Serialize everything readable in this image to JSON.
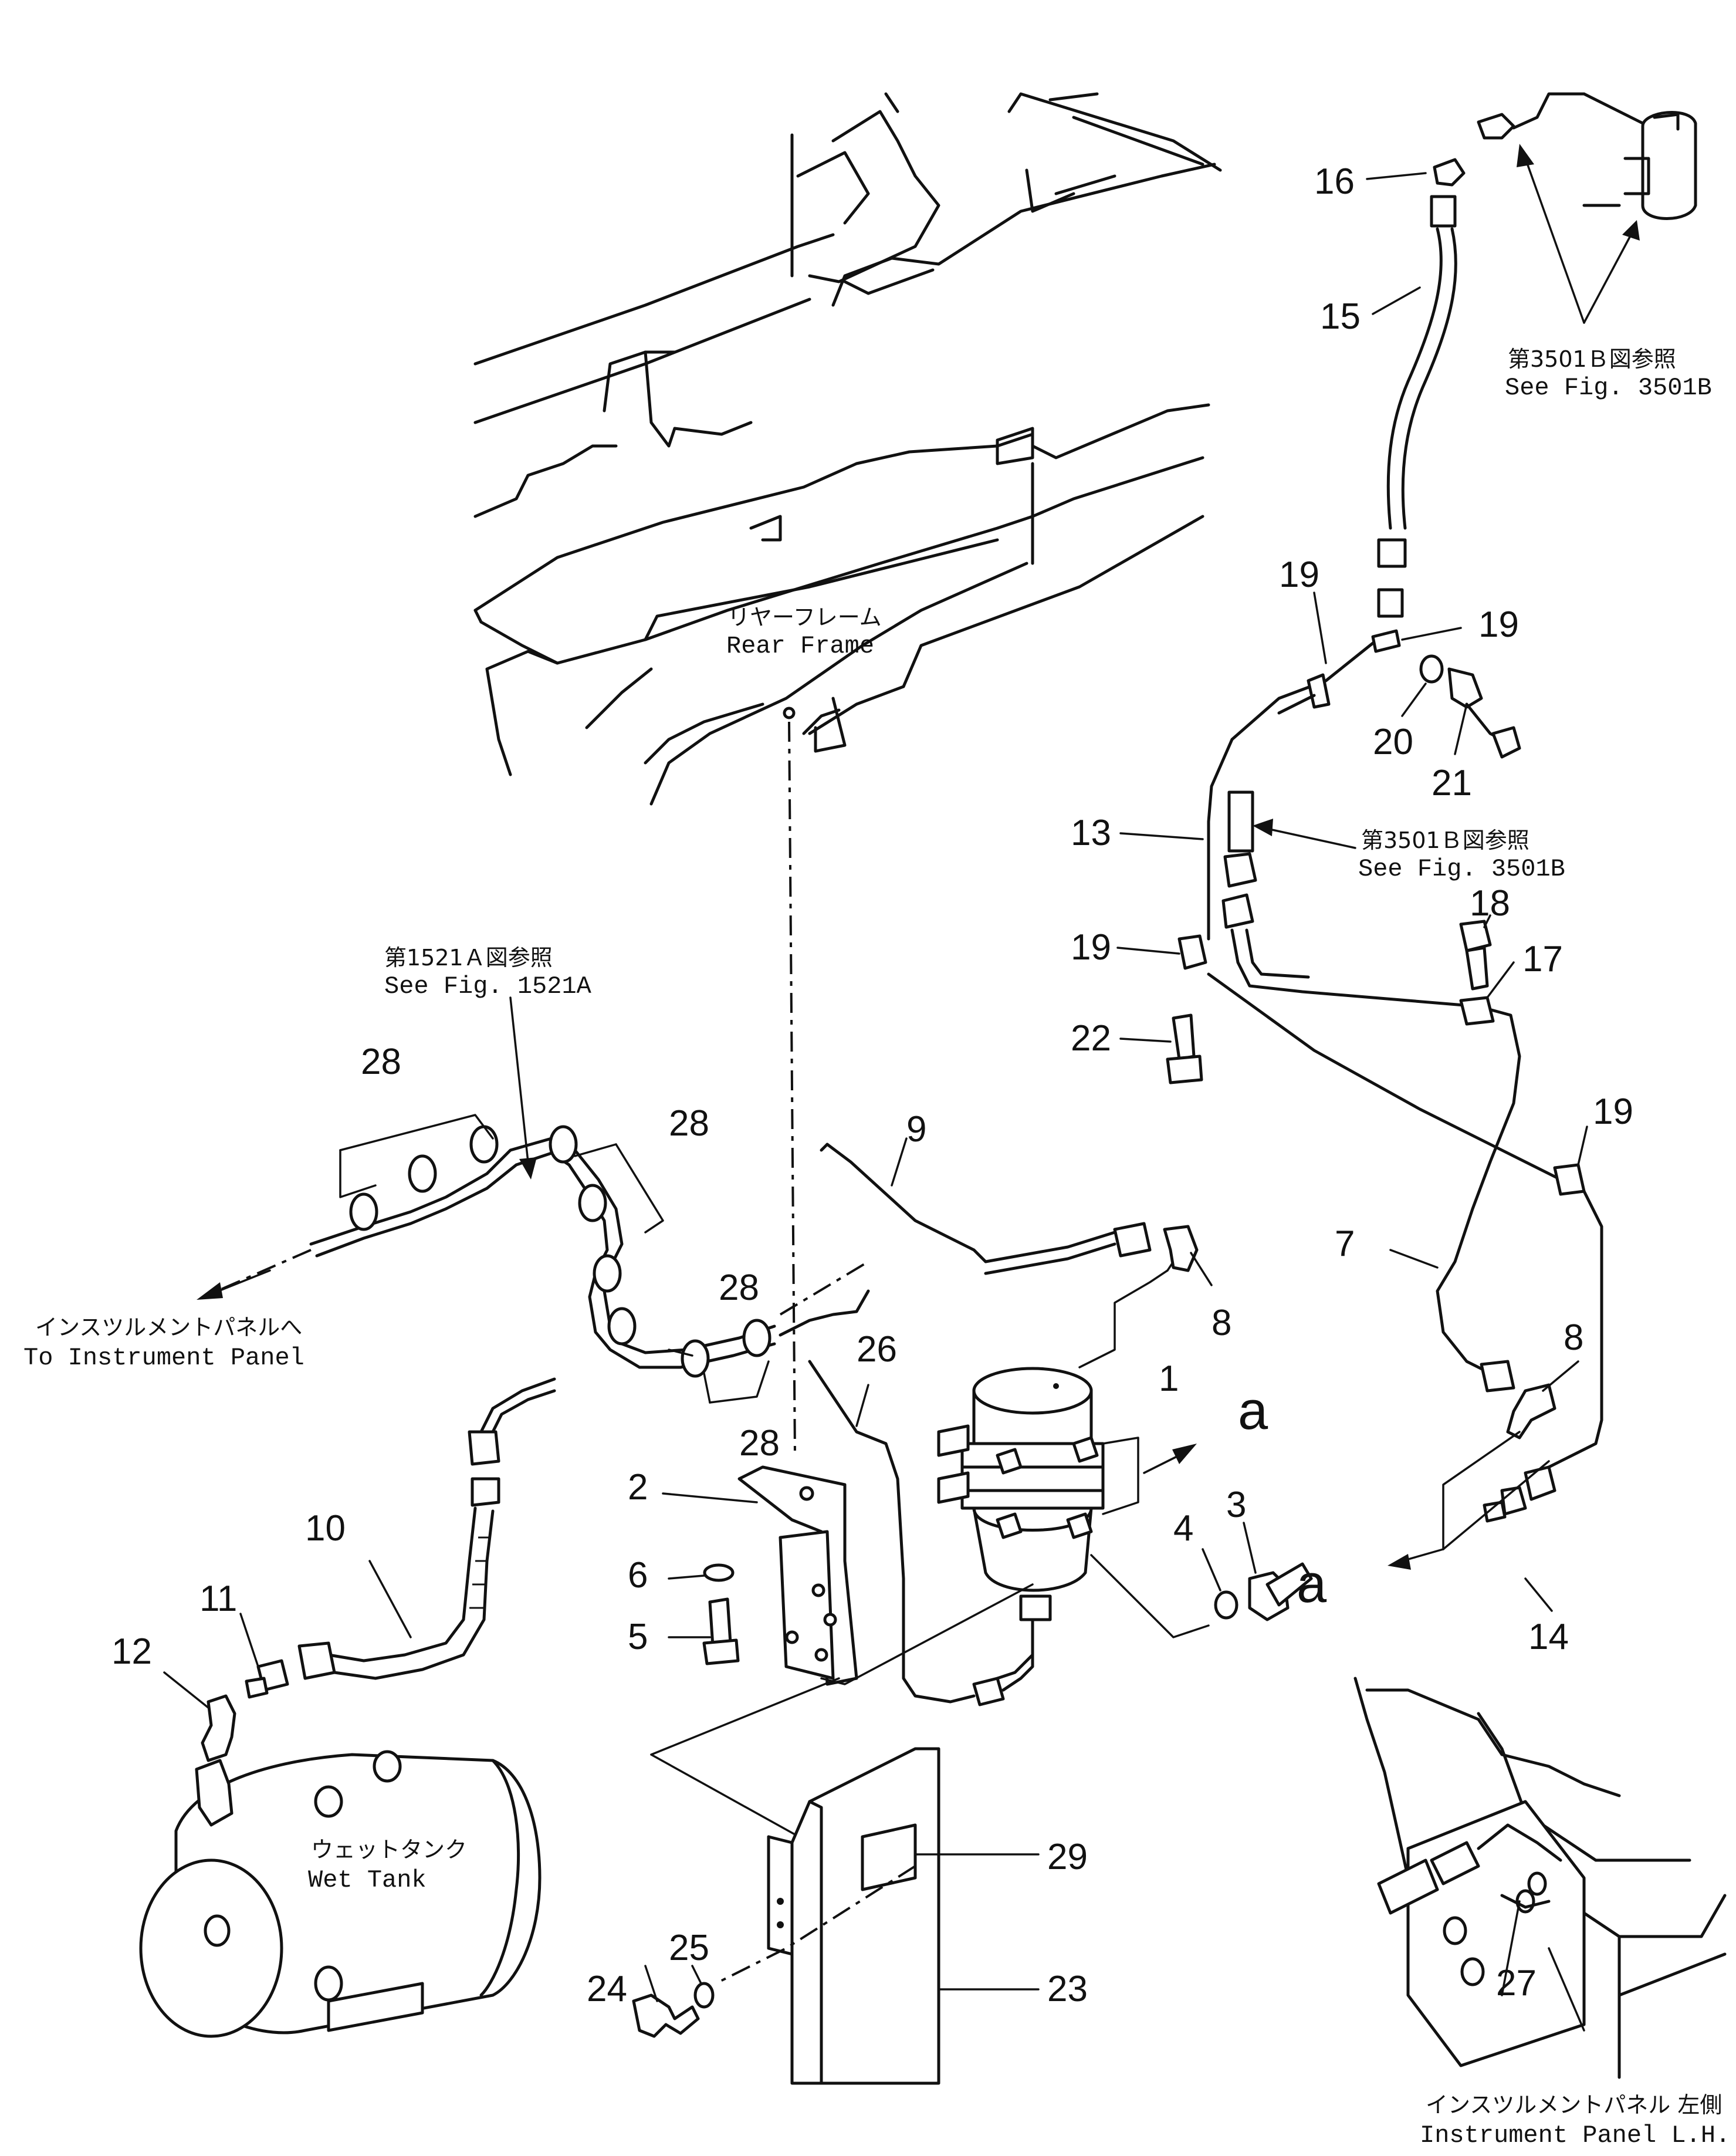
{
  "callouts": {
    "c1": "1",
    "c2": "2",
    "c3": "3",
    "c4": "4",
    "c5": "5",
    "c6": "6",
    "c7": "7",
    "c8a": "8",
    "c8b": "8",
    "c9": "9",
    "c10": "10",
    "c11": "11",
    "c12": "12",
    "c13": "13",
    "c14": "14",
    "c15": "15",
    "c16": "16",
    "c17": "17",
    "c18": "18",
    "c19a": "19",
    "c19b": "19",
    "c19c": "19",
    "c19d": "19",
    "c20": "20",
    "c21": "21",
    "c22": "22",
    "c23": "23",
    "c24": "24",
    "c25": "25",
    "c26": "26",
    "c27": "27",
    "c28a": "28",
    "c28b": "28",
    "c28c": "28",
    "c28d": "28",
    "c29": "29",
    "ca1": "a",
    "ca2": "a"
  },
  "labels": {
    "rear_frame_jp": "リヤーフレーム",
    "rear_frame_en": "Rear Frame",
    "ref_3501b_top_jp": "第3501Ｂ図参照",
    "ref_3501b_top_en": "See Fig. 3501B",
    "ref_3501b_mid_jp": "第3501Ｂ図参照",
    "ref_3501b_mid_en": "See Fig. 3501B",
    "ref_1521a_jp": "第1521Ａ図参照",
    "ref_1521a_en": "See Fig. 1521A",
    "to_panel_jp": "インスツルメントパネルへ",
    "to_panel_en": "To Instrument Panel",
    "wet_tank_jp": "ウェットタンク",
    "wet_tank_en": "Wet Tank",
    "panel_lh_jp": "インスツルメントパネル 左側",
    "panel_lh_en": "Instrument Panel L.H."
  }
}
